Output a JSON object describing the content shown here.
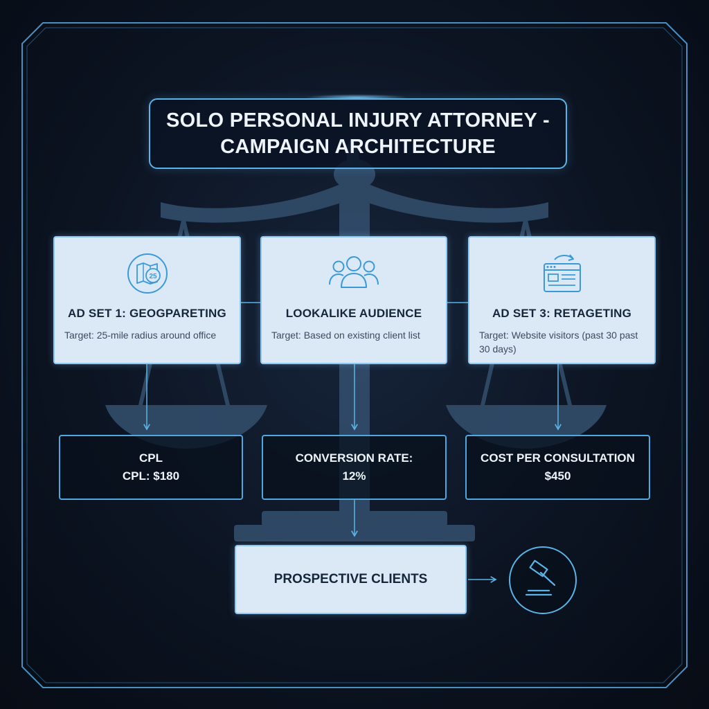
{
  "title": {
    "line1": "SOLO PERSONAL INJURY ATTORNEY -",
    "line2": "CAMPAIGN ARCHITECTURE"
  },
  "ad_sets": [
    {
      "title": "AD SET 1: GEOGPARETING",
      "target": "Target: 25-mile radius around office",
      "icon": "map-radius-icon",
      "icon_text": "25"
    },
    {
      "title": "LOOKALIKE AUDIENCE",
      "target": "Target: Based on existing client list",
      "icon": "people-group-icon"
    },
    {
      "title": "AD SET 3: RETAGETING",
      "target": "Target: Website visitors (past 30 past 30 days)",
      "icon": "browser-refresh-icon"
    }
  ],
  "metrics": [
    {
      "label": "CPL",
      "value": "CPL: $180"
    },
    {
      "label": "CONVERSION RATE:",
      "value": "12%"
    },
    {
      "label": "COST PER CONSULTATION",
      "value": "$450"
    }
  ],
  "outcome": {
    "label": "PROSPECTIVE CLIENTS",
    "icon": "gavel-icon"
  },
  "colors": {
    "background": "#0c1422",
    "accent": "#5bb4e8",
    "card_fill": "#dbe9f6",
    "scales_silhouette": "#34506e"
  }
}
